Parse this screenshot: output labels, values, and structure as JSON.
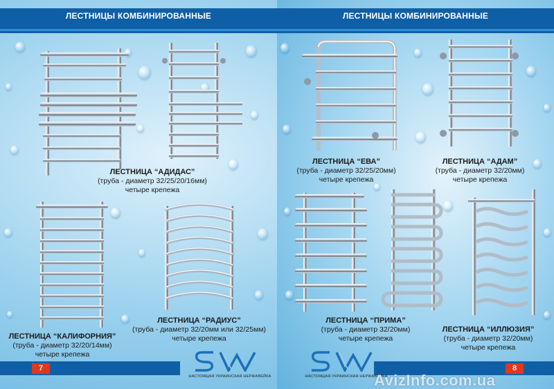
{
  "left_page": {
    "header": "ЛЕСТНИЦЫ КОМБИНИРОВАННЫЕ",
    "page_number": "7",
    "products": [
      {
        "title": "ЛЕСТНИЦА “АДИДАС”",
        "spec": "(труба - диаметр 32/25/20/16мм)",
        "mounts": "четыре крепежа"
      },
      {
        "title": "ЛЕСТНИЦА “КАЛИФОРНИЯ”",
        "spec": "(труба - диаметр 32/20/14мм)",
        "mounts": "четыре крепежа"
      },
      {
        "title": "ЛЕСТНИЦА “РАДИУС”",
        "spec": "(труба - диаметр 32/20мм или 32/25мм)",
        "mounts": "четыре крепежа"
      }
    ]
  },
  "right_page": {
    "header": "ЛЕСТНИЦЫ КОМБИНИРОВАННЫЕ",
    "page_number": "8",
    "products": [
      {
        "title": "ЛЕСТНИЦА “ЕВА”",
        "spec": "(труба - диаметр 32/25/20мм)",
        "mounts": "четыре крепежа"
      },
      {
        "title": "ЛЕСТНИЦА “АДАМ”",
        "spec": "(труба - диаметр 32/20мм)",
        "mounts": "четыре крепежа"
      },
      {
        "title": "ЛЕСТНИЦА “ПРИМА”",
        "spec": "(труба - диаметр 32/20мм)",
        "mounts": "четыре крепежа"
      },
      {
        "title": "ЛЕСТНИЦА “ИЛЛЮЗИЯ”",
        "spec": "(труба - диаметр 32/20мм)",
        "mounts": "четыре крепежа"
      }
    ]
  },
  "brand": {
    "logo_text": "SW",
    "tagline": "НАСТОЯЩАЯ УКРАИНСКАЯ НЕРЖАВЕЙКА"
  },
  "watermark": "AvizInfo.com.ua",
  "colors": {
    "header_bar": "#0f5fa6",
    "page_badge": "#e0381b",
    "chrome": "#c9d3dc"
  }
}
